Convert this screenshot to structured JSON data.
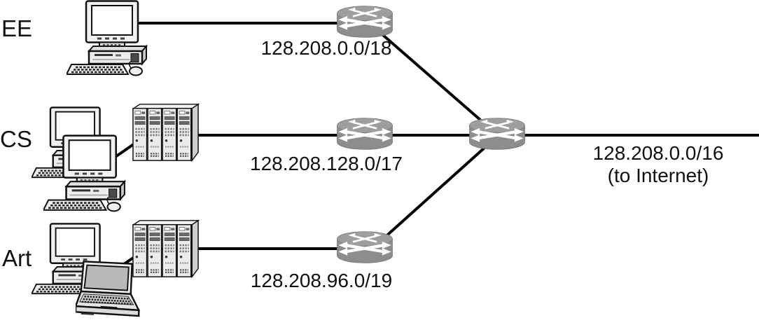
{
  "diagram": {
    "type": "network-topology-cidr-aggregation",
    "departments": [
      {
        "label": "EE",
        "subnet": "128.208.0.0/18",
        "devices": [
          "desktop-computer"
        ]
      },
      {
        "label": "CS",
        "subnet": "128.208.128.0/17",
        "devices": [
          "desktop-computer",
          "desktop-computer",
          "server-rack"
        ]
      },
      {
        "label": "Art",
        "subnet": "128.208.96.0/19",
        "devices": [
          "desktop-computer",
          "laptop",
          "server-rack"
        ]
      }
    ],
    "routers": [
      "ee-router",
      "cs-router",
      "art-router",
      "core-router"
    ],
    "aggregate": {
      "subnet": "128.208.0.0/16",
      "destination": "(to Internet)"
    },
    "colors": {
      "background": "#ffffff",
      "line": "#000000",
      "text": "#111111",
      "router_front": "#8d8d8d",
      "router_top": "#9e9e9e",
      "router_arrows": "#ffffff",
      "device_fill": "#ededed",
      "laptop_screen": "#b9b9b9"
    }
  }
}
